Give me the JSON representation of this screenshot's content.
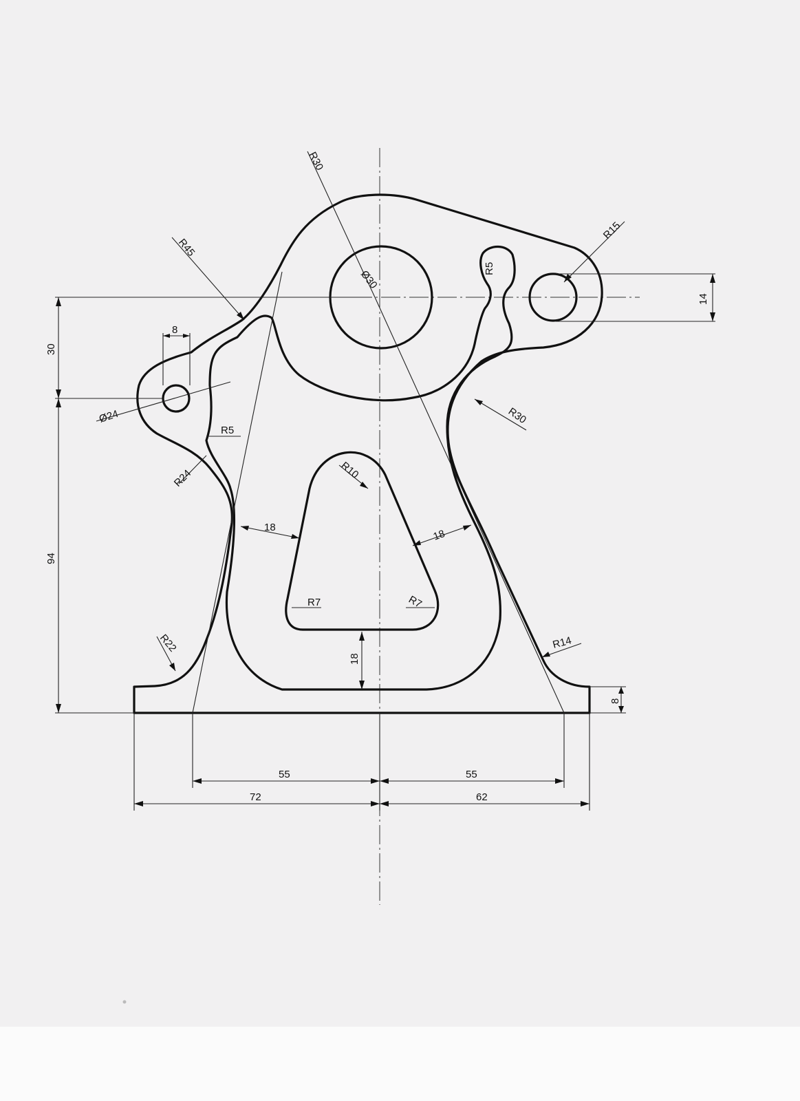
{
  "drawing": {
    "sheet_color": "#f1f0f1",
    "line_color": "#111111",
    "dimensions": {
      "r30_top": "R30",
      "r45": "R45",
      "dia30": "Ø30",
      "r15": "R15",
      "r5_slot": "R5",
      "dim14": "14",
      "dim8_top": "8",
      "dim30": "30",
      "dia24": "Ø24",
      "r5_left": "R5",
      "r24": "R24",
      "r10": "R10",
      "r30_right": "R30",
      "dim18_left": "18",
      "dim18_right": "18",
      "r7_left": "R7",
      "r7_right": "R7",
      "dim94": "94",
      "r22": "R22",
      "r14": "R14",
      "dim18_bottom": "18",
      "dim8_right": "8",
      "dim55_left": "55",
      "dim55_right": "55",
      "dim72": "72",
      "dim62": "62"
    }
  }
}
